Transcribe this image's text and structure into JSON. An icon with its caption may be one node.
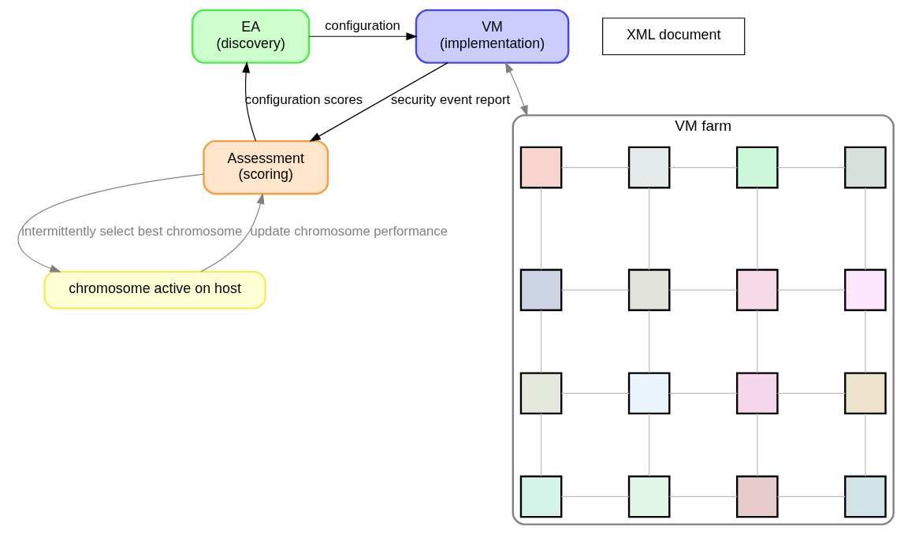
{
  "diagram": {
    "nodes": [
      {
        "text": [
          "EA",
          "(discovery)"
        ]
      },
      {
        "text": [
          "VM",
          "(implementation)"
        ]
      },
      {
        "text": [
          "Assessment",
          "(scoring)"
        ]
      },
      {
        "text": [
          "chromosome active on host"
        ]
      },
      {
        "text": [
          "XML document"
        ]
      },
      {
        "text": [
          "VM farm"
        ]
      },
      {
        "text": [],
        "shape": "box",
        "in": 5
      },
      {
        "text": [],
        "shape": "box",
        "in": 5
      },
      {
        "text": [],
        "shape": "box",
        "in": 5
      },
      {
        "text": [],
        "shape": "box",
        "in": 5
      },
      {
        "text": [],
        "shape": "box",
        "in": 5
      },
      {
        "text": [],
        "shape": "box",
        "in": 5
      },
      {
        "text": [],
        "shape": "box",
        "in": 5
      },
      {
        "text": [],
        "shape": "box",
        "in": 5
      },
      {
        "text": [],
        "shape": "box",
        "in": 5
      },
      {
        "text": [],
        "shape": "box",
        "in": 5
      },
      {
        "text": [],
        "shape": "box",
        "in": 5
      },
      {
        "text": [],
        "shape": "box",
        "in": 5
      },
      {
        "text": [],
        "shape": "box",
        "in": 5
      },
      {
        "text": [],
        "shape": "box",
        "in": 5
      },
      {
        "text": [],
        "shape": "box",
        "in": 5
      },
      {
        "text": [],
        "shape": "box",
        "in": 5
      }
    ],
    "edges": [
      {
        "from": 0,
        "to": 1,
        "arrow": "to",
        "label": "configuration",
        "color": "#000000"
      },
      {
        "from": 1,
        "to": 2,
        "arrow": "to",
        "label": "security event report",
        "color": "#000000"
      },
      {
        "from": 2,
        "to": 0,
        "arrow": "to",
        "label": "configuration scores",
        "color": "#000000"
      },
      {
        "from": 2,
        "to": 3,
        "arrow": "to",
        "label": "intermittently select best chromosome",
        "color": "#808080"
      },
      {
        "from": 3,
        "to": 2,
        "arrow": "to",
        "label": "update chromosome performance",
        "color": "#808080"
      },
      {
        "from": 1,
        "to": 5,
        "arrow": "both",
        "color": "#808080"
      },
      {
        "from": 6,
        "to": 7,
        "arrow": "none",
        "color": "#bbbbbb"
      },
      {
        "from": 7,
        "to": 8,
        "arrow": "none",
        "color": "#bbbbbb"
      },
      {
        "from": 8,
        "to": 9,
        "arrow": "none",
        "color": "#bbbbbb"
      },
      {
        "from": 10,
        "to": 11,
        "arrow": "none",
        "color": "#bbbbbb"
      },
      {
        "from": 11,
        "to": 12,
        "arrow": "none",
        "color": "#bbbbbb"
      },
      {
        "from": 12,
        "to": 13,
        "arrow": "none",
        "color": "#bbbbbb"
      },
      {
        "from": 14,
        "to": 15,
        "arrow": "none",
        "color": "#bbbbbb"
      },
      {
        "from": 15,
        "to": 16,
        "arrow": "none",
        "color": "#bbbbbb"
      },
      {
        "from": 16,
        "to": 17,
        "arrow": "none",
        "color": "#bbbbbb"
      },
      {
        "from": 18,
        "to": 19,
        "arrow": "none",
        "color": "#bbbbbb"
      },
      {
        "from": 19,
        "to": 20,
        "arrow": "none",
        "color": "#bbbbbb"
      },
      {
        "from": 20,
        "to": 21,
        "arrow": "none",
        "color": "#bbbbbb"
      },
      {
        "from": 6,
        "to": 10,
        "arrow": "none",
        "color": "#bbbbbb"
      },
      {
        "from": 10,
        "to": 14,
        "arrow": "none",
        "color": "#bbbbbb"
      },
      {
        "from": 14,
        "to": 18,
        "arrow": "none",
        "color": "#bbbbbb"
      },
      {
        "from": 7,
        "to": 11,
        "arrow": "none",
        "color": "#bbbbbb"
      },
      {
        "from": 11,
        "to": 15,
        "arrow": "none",
        "color": "#bbbbbb"
      },
      {
        "from": 15,
        "to": 19,
        "arrow": "none",
        "color": "#bbbbbb"
      },
      {
        "from": 8,
        "to": 12,
        "arrow": "none",
        "color": "#bbbbbb"
      },
      {
        "from": 12,
        "to": 16,
        "arrow": "none",
        "color": "#bbbbbb"
      },
      {
        "from": 16,
        "to": 20,
        "arrow": "none",
        "color": "#bbbbbb"
      },
      {
        "from": 9,
        "to": 13,
        "arrow": "none",
        "color": "#bbbbbb"
      },
      {
        "from": 13,
        "to": 17,
        "arrow": "none",
        "color": "#bbbbbb"
      },
      {
        "from": 17,
        "to": 21,
        "arrow": "none",
        "color": "#bbbbbb"
      }
    ]
  }
}
